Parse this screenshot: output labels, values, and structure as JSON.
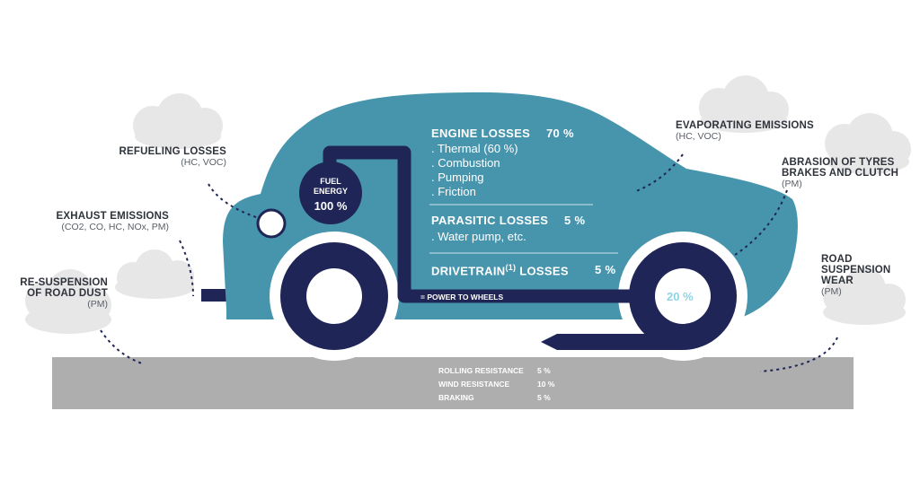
{
  "colors": {
    "car_body": "#4795ad",
    "navy": "#1f2657",
    "road": "#aeaeae",
    "cloud": "#e6e6e6",
    "accent_text": "#8fd3e6"
  },
  "fuel": {
    "line1": "FUEL",
    "line2": "ENERGY",
    "pct": "100 %"
  },
  "losses": {
    "engine": {
      "title": "ENGINE LOSSES",
      "pct": "70 %",
      "items": [
        ". Thermal (60 %)",
        ". Combustion",
        ". Pumping",
        ". Friction"
      ]
    },
    "parasitic": {
      "title": "PARASITIC LOSSES",
      "pct": "5 %",
      "items": [
        ". Water pump, etc."
      ]
    },
    "drivetrain": {
      "title_a": "DRIVETRAIN",
      "sup": "(1)",
      "title_b": "LOSSES",
      "pct": "5 %"
    },
    "power": "= POWER TO WHEELS",
    "wheel_pct": "20 %"
  },
  "labels": {
    "refueling": {
      "title": "REFUELING LOSSES",
      "sub": "(HC, VOC)"
    },
    "exhaust": {
      "title": "EXHAUST EMISSIONS",
      "sub": "(CO2, CO, HC, NOx, PM)"
    },
    "resuspension": {
      "title1": "RE-SUSPENSION",
      "title2": "OF ROAD DUST",
      "sub": "(PM)"
    },
    "evaporating": {
      "title": "EVAPORATING EMISSIONS",
      "sub": "(HC, VOC)"
    },
    "abrasion": {
      "title1": "ABRASION OF TYRES",
      "title2": "BRAKES AND CLUTCH",
      "sub": "(PM)"
    },
    "road_wear": {
      "title1": "ROAD",
      "title2": "SUSPENSION",
      "title3": "WEAR",
      "sub": "(PM)"
    }
  },
  "road_table": [
    {
      "label": "ROLLING RESISTANCE",
      "pct": "5 %"
    },
    {
      "label": "WIND RESISTANCE",
      "pct": "10 %"
    },
    {
      "label": "BRAKING",
      "pct": "5 %"
    }
  ]
}
